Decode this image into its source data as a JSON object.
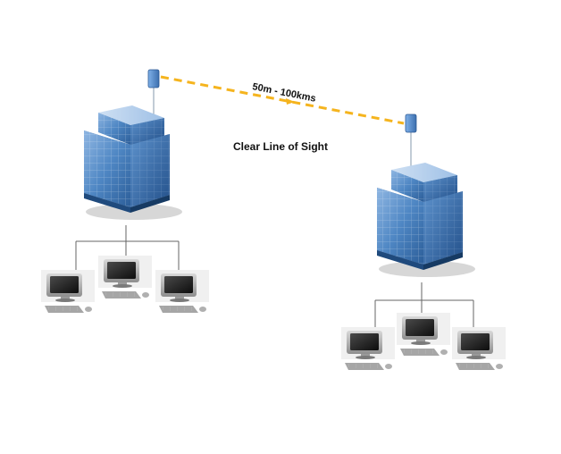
{
  "diagram": {
    "distance_label": "50m - 100kms",
    "link_label": "Clear Line of Sight",
    "link_color": "#f5b41e",
    "antenna_color": "#5b8fd1",
    "building_color": "#4f87c4",
    "wire_color": "#666666",
    "sites": [
      {
        "name": "site-left",
        "computers": 3
      },
      {
        "name": "site-right",
        "computers": 3
      }
    ]
  }
}
